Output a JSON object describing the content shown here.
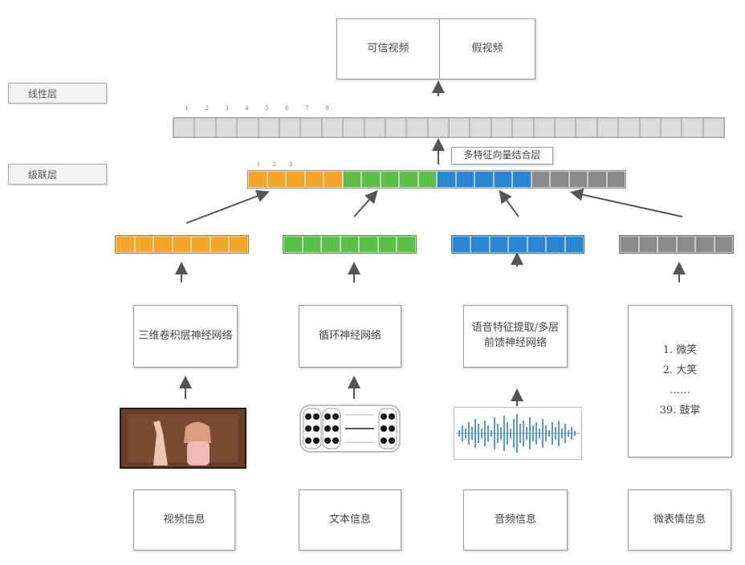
{
  "output": {
    "left_label": "可信视频",
    "right_label": "假视频"
  },
  "sidebar": {
    "linear_layer": "线性层",
    "concat_layer": "级联层"
  },
  "fusion_label": "多特征向量结合层",
  "long_bar": {
    "cells": 26,
    "color": "#dcdcdc"
  },
  "concat_bar": {
    "colors": [
      "#f2a526",
      "#5cbf4a",
      "#2a86d1",
      "#8a8a8a"
    ],
    "cells_per_segment": [
      5,
      5,
      5,
      5
    ]
  },
  "feature_bars": [
    {
      "name": "video",
      "color": "#f2a526",
      "cells": 7
    },
    {
      "name": "text",
      "color": "#5cbf4a",
      "cells": 7
    },
    {
      "name": "audio",
      "color": "#2a86d1",
      "cells": 7
    },
    {
      "name": "micro",
      "color": "#8a8a8a",
      "cells": 6
    }
  ],
  "networks": {
    "video": "三维卷积层神经网络",
    "text": "循环神经网络",
    "audio_line1": "语音特征提取/多层",
    "audio_line2": "前馈神经网络"
  },
  "micro_list": [
    "1. 微笑",
    "2. 大笑",
    "……",
    "39. 鼓掌"
  ],
  "sources": {
    "video": "视频信息",
    "text": "文本信息",
    "audio": "音频信息",
    "micro": "微表情信息"
  },
  "icons": {
    "video": "video-frame-image",
    "text": "text-network-icon",
    "audio": "audio-waveform-icon"
  }
}
